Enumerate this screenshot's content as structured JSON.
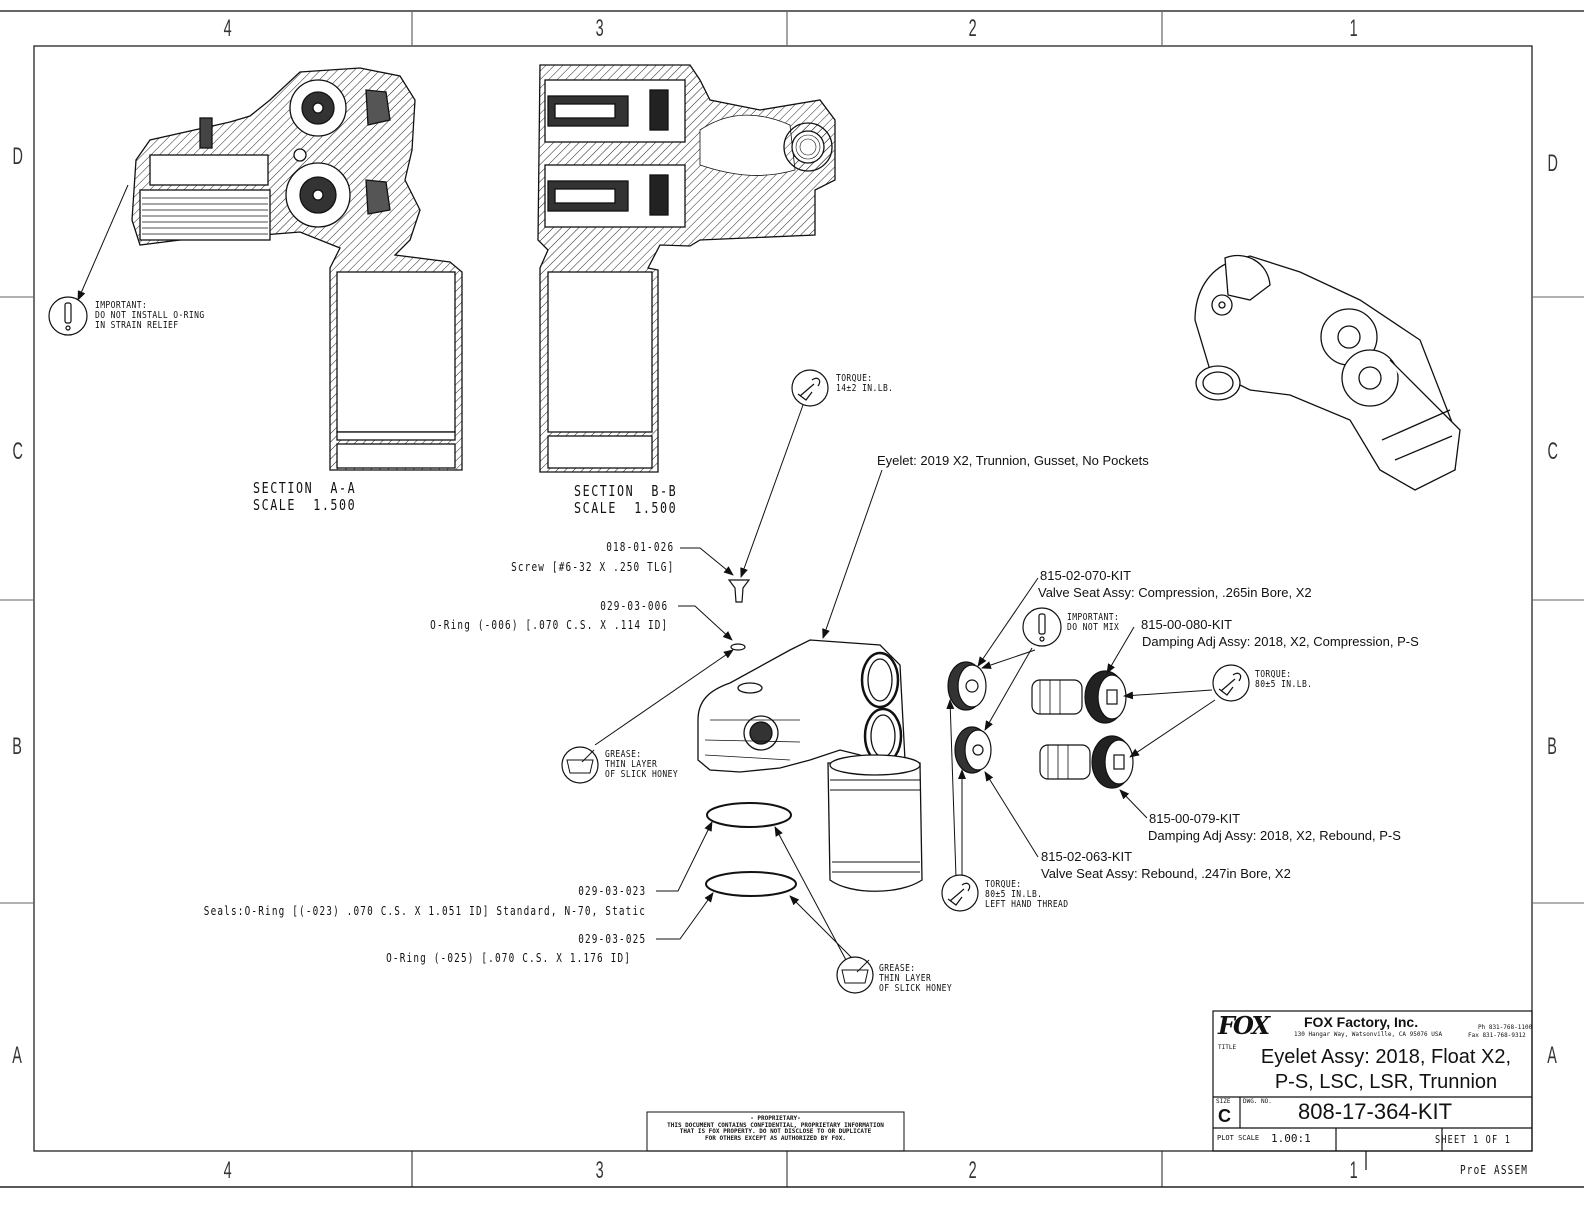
{
  "frame": {
    "column_labels_top": [
      "4",
      "3",
      "2",
      "1"
    ],
    "column_labels_bottom": [
      "4",
      "3",
      "2",
      "1"
    ],
    "row_labels_left": [
      "D",
      "C",
      "B",
      "A"
    ],
    "row_labels_right": [
      "D",
      "C",
      "B",
      "A"
    ]
  },
  "sections": {
    "a": {
      "title": "SECTION  A-A",
      "scale": "SCALE  1.500"
    },
    "b": {
      "title": "SECTION  B-B",
      "scale": "SCALE  1.500"
    }
  },
  "notes": {
    "strain_relief": {
      "line1": "IMPORTANT:",
      "line2": "DO NOT INSTALL O-RING",
      "line3": "IN STRAIN RELIEF",
      "icon": "exclamation-icon"
    },
    "do_not_mix": {
      "line1": "IMPORTANT:",
      "line2": "DO NOT MIX",
      "icon": "exclamation-icon"
    },
    "torque_screw": {
      "line1": "TORQUE:",
      "line2": "14±2 IN.LB.",
      "icon": "torque-wrench-icon"
    },
    "torque_adj": {
      "line1": "TORQUE:",
      "line2": "80±5 IN.LB.",
      "icon": "torque-wrench-icon"
    },
    "torque_seat": {
      "line1": "TORQUE:",
      "line2": "80±5 IN.LB.",
      "line3": "LEFT HAND THREAD",
      "icon": "torque-wrench-icon"
    },
    "grease_small": {
      "line1": "GREASE:",
      "line2": "THIN LAYER",
      "line3": "OF SLICK HONEY",
      "icon": "grease-icon",
      "icon_text": "GREASE"
    },
    "grease_orings": {
      "line1": "GREASE:",
      "line2": "THIN LAYER",
      "line3": "OF SLICK HONEY",
      "icon": "grease-icon",
      "icon_text": "GREASE"
    }
  },
  "parts": [
    {
      "number": "018-01-026",
      "description": "Screw [#6-32 X .250 TLG]"
    },
    {
      "number": "029-03-006",
      "description": "O-Ring (-006) [.070 C.S. X .114 ID]"
    },
    {
      "number": "029-03-023",
      "description": "Seals:O-Ring [(-023) .070 C.S. X 1.051 ID] Standard, N-70, Static"
    },
    {
      "number": "029-03-025",
      "description": "O-Ring (-025) [.070 C.S. X 1.176 ID]"
    },
    {
      "number": "",
      "description": "Eyelet: 2019 X2, Trunnion, Gusset, No Pockets"
    },
    {
      "number": "815-02-070-KIT",
      "description": "Valve Seat Assy:  Compression, .265in Bore, X2"
    },
    {
      "number": "815-00-080-KIT",
      "description": "Damping Adj Assy: 2018, X2, Compression, P-S"
    },
    {
      "number": "815-00-079-KIT",
      "description": "Damping Adj Assy: 2018, X2, Rebound, P-S"
    },
    {
      "number": "815-02-063-KIT",
      "description": "Valve Seat Assy:  Rebound, .247in Bore, X2"
    }
  ],
  "proprietary": {
    "heading": "- PROPRIETARY-",
    "line1": "THIS DOCUMENT CONTAINS CONFIDENTIAL, PROPRIETARY INFORMATION",
    "line2": "THAT IS FOX PROPERTY.  DO NOT DISCLOSE TO OR DUPLICATE",
    "line3": "FOR OTHERS EXCEPT AS AUTHORIZED BY FOX."
  },
  "title_block": {
    "logo": "FOX",
    "company": "FOX Factory, Inc.",
    "address": "130 Hangar Way, Watsonville, CA 95076 USA",
    "phone": "Ph 831-768-1100",
    "fax": "Fax 831-768-9312",
    "title_label": "TITLE",
    "title_line1": "Eyelet Assy: 2018, Float X2,",
    "title_line2": "P-S, LSC, LSR, Trunnion",
    "size_label": "SIZE",
    "size": "C",
    "dwg_label": "DWG. NO.",
    "dwg_no": "808-17-364-KIT",
    "plot_scale_label": "PLOT SCALE",
    "plot_scale": "1.00:1",
    "sheet": "SHEET  1  OF  1",
    "software": "ProE ASSEM"
  }
}
